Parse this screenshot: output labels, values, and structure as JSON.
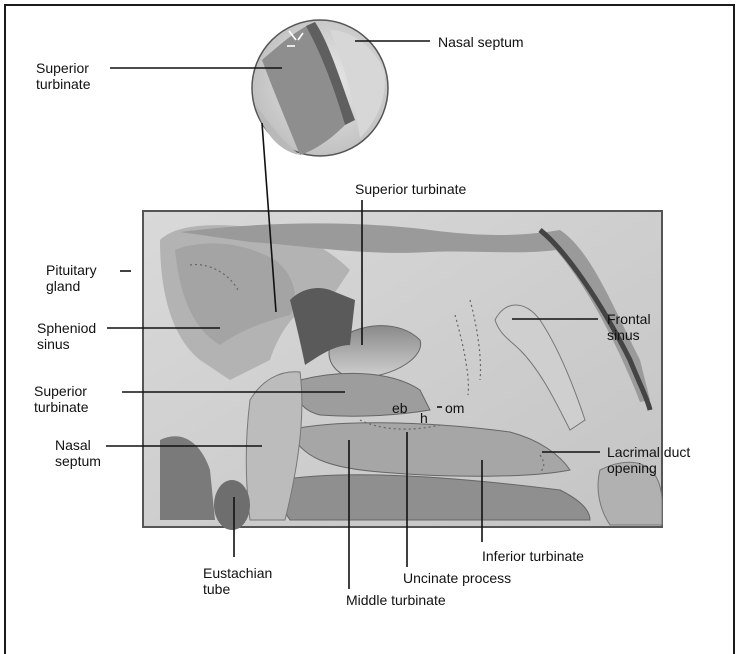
{
  "labels": {
    "superior_turbinate_top": "Superior\nturbinate",
    "nasal_septum_top": "Nasal septum",
    "superior_turbinate_center": "Superior turbinate",
    "pituitary_gland": "Pituitary\ngland",
    "spheniod_sinus": "Spheniod\nsinus",
    "frontal_sinus": "Frontal\nsinus",
    "superior_turbinate_left": "Superior\nturbinate",
    "eb": "eb",
    "h": "h",
    "om": "om",
    "nasal_septum_left": "Nasal\nseptum",
    "lacrimal_duct_opening": "Lacrimal duct\nopening",
    "inferior_turbinate": "Inferior turbinate",
    "uncinate_process": "Uncinate process",
    "eustachian_tube": "Eustachian\ntube",
    "middle_turbinate": "Middle turbinate"
  }
}
